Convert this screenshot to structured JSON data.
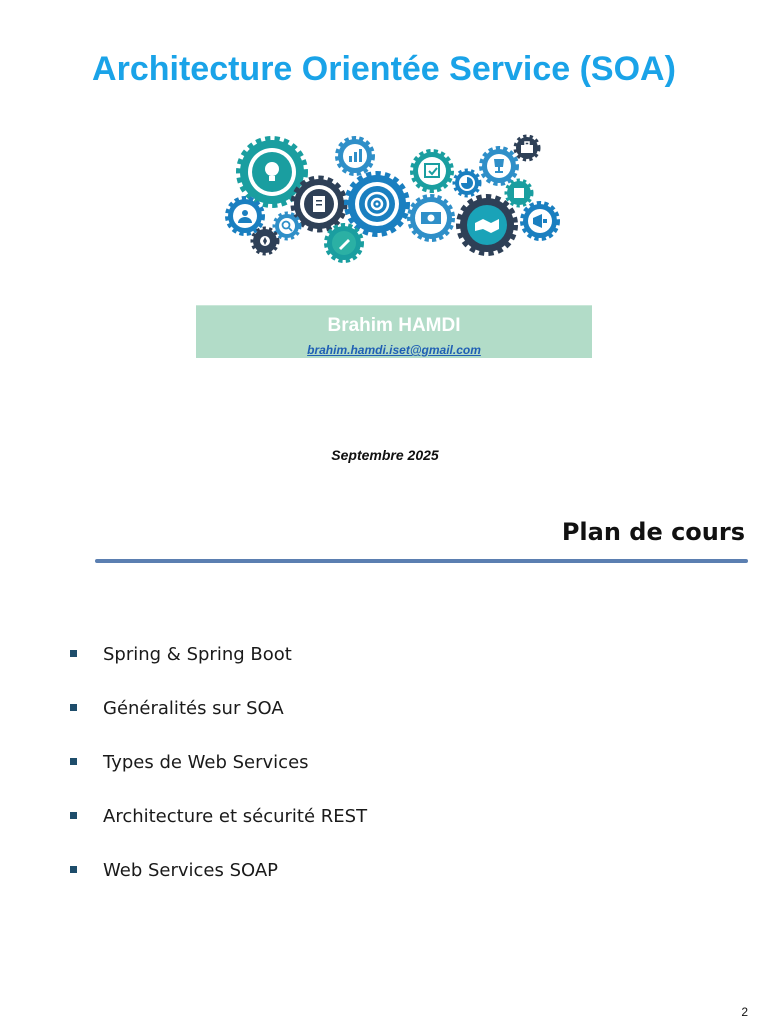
{
  "slide": {
    "title": "Architecture Orientée Service (SOA)",
    "author_name": "Brahim HAMDI",
    "author_email": "brahim.hamdi.iset@gmail.com",
    "date": "Septembre 2025"
  },
  "plan": {
    "title": "Plan de cours",
    "items": [
      {
        "label": "Spring & Spring Boot"
      },
      {
        "label": "Généralités sur SOA"
      },
      {
        "label": "Types de Web Services"
      },
      {
        "label": "Architecture et sécurité REST"
      },
      {
        "label": "Web Services SOAP"
      }
    ]
  },
  "page_number": "2",
  "colors": {
    "title": "#1aa3e8",
    "author_box": "#b2dcc8",
    "rule": "#5b7fb1",
    "bullet": "#1e4d6b",
    "gear_teal": "#1a9ea0",
    "gear_blue": "#2f8fc8",
    "gear_navy": "#2e4057"
  },
  "illustration": {
    "icons": [
      "lightbulb-icon",
      "bar-chart-icon",
      "target-icon",
      "calendar-check-icon",
      "trophy-icon",
      "briefcase-icon",
      "pie-chart-icon",
      "puzzle-icon",
      "document-icon",
      "money-icon",
      "handshake-icon",
      "megaphone-icon",
      "team-icon",
      "search-icon",
      "pencil-icon",
      "compass-icon"
    ]
  }
}
